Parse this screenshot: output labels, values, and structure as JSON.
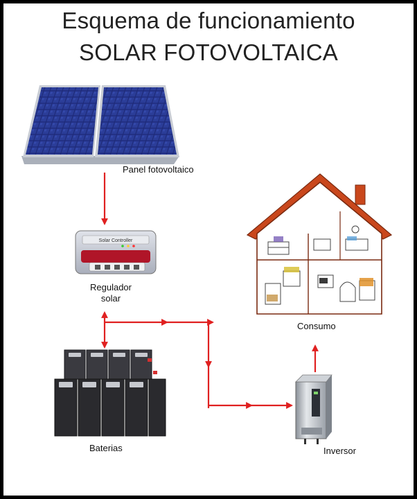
{
  "title": {
    "line1": "Esquema de funcionamiento",
    "line2": "SOLAR FOTOVOLTAICA"
  },
  "nodes": {
    "panel": {
      "label": "Panel fotovoltaico"
    },
    "regulator": {
      "label_line1": "Regulador",
      "label_line2": "solar",
      "device_text": "Solar Controller"
    },
    "batteries": {
      "label": "Baterias"
    },
    "inverter": {
      "label": "Inversor"
    },
    "consumption": {
      "label": "Consumo"
    }
  },
  "colors": {
    "arrow": "#e02020",
    "panel_cell": "#1e2a78",
    "panel_frame": "#c8ccd4",
    "house_roof": "#c9471c",
    "regulator_body": "#c9cdd8",
    "regulator_stripe": "#b01528",
    "battery": "#2a2a2e",
    "inverter": "#b9bfc7"
  }
}
